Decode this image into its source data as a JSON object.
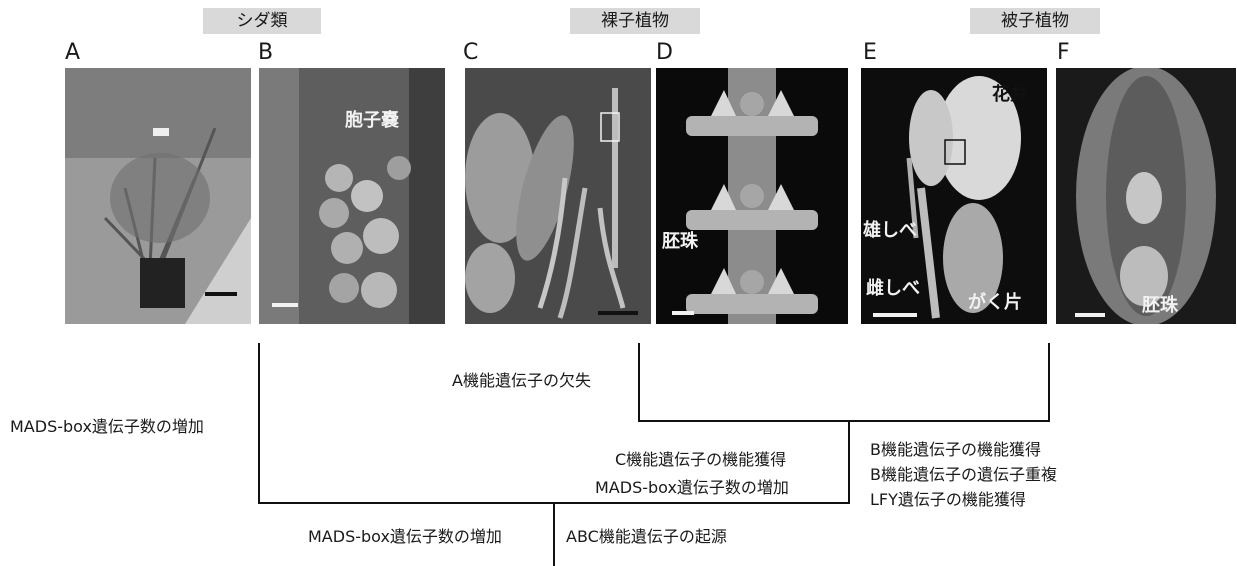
{
  "groups": {
    "ferns": "シダ類",
    "gymnosperms": "裸子植物",
    "angiosperms": "被子植物"
  },
  "panels": [
    "A",
    "B",
    "C",
    "D",
    "E",
    "F"
  ],
  "annotations": {
    "sporangium": "胞子嚢",
    "ovule_d": "胚珠",
    "petal": "花弁",
    "stamen": "雄しべ",
    "pistil": "雌しべ",
    "sepal": "がく片",
    "ovule_f": "胚珠"
  },
  "tree": {
    "loss_a_function": "A機能遺伝子の欠失",
    "mads_increase_left": "MADS-box遺伝子数の増加",
    "c_gain": "C機能遺伝子の機能獲得",
    "mads_increase_mid": "MADS-box遺伝子数の増加",
    "b_gain": "B機能遺伝子の機能獲得",
    "b_dup": "B機能遺伝子の遺伝子重複",
    "lfy_gain": "LFY遺伝子の機能獲得",
    "mads_increase_root": "MADS-box遺伝子数の増加",
    "abc_origin": "ABC機能遺伝子の起源"
  }
}
